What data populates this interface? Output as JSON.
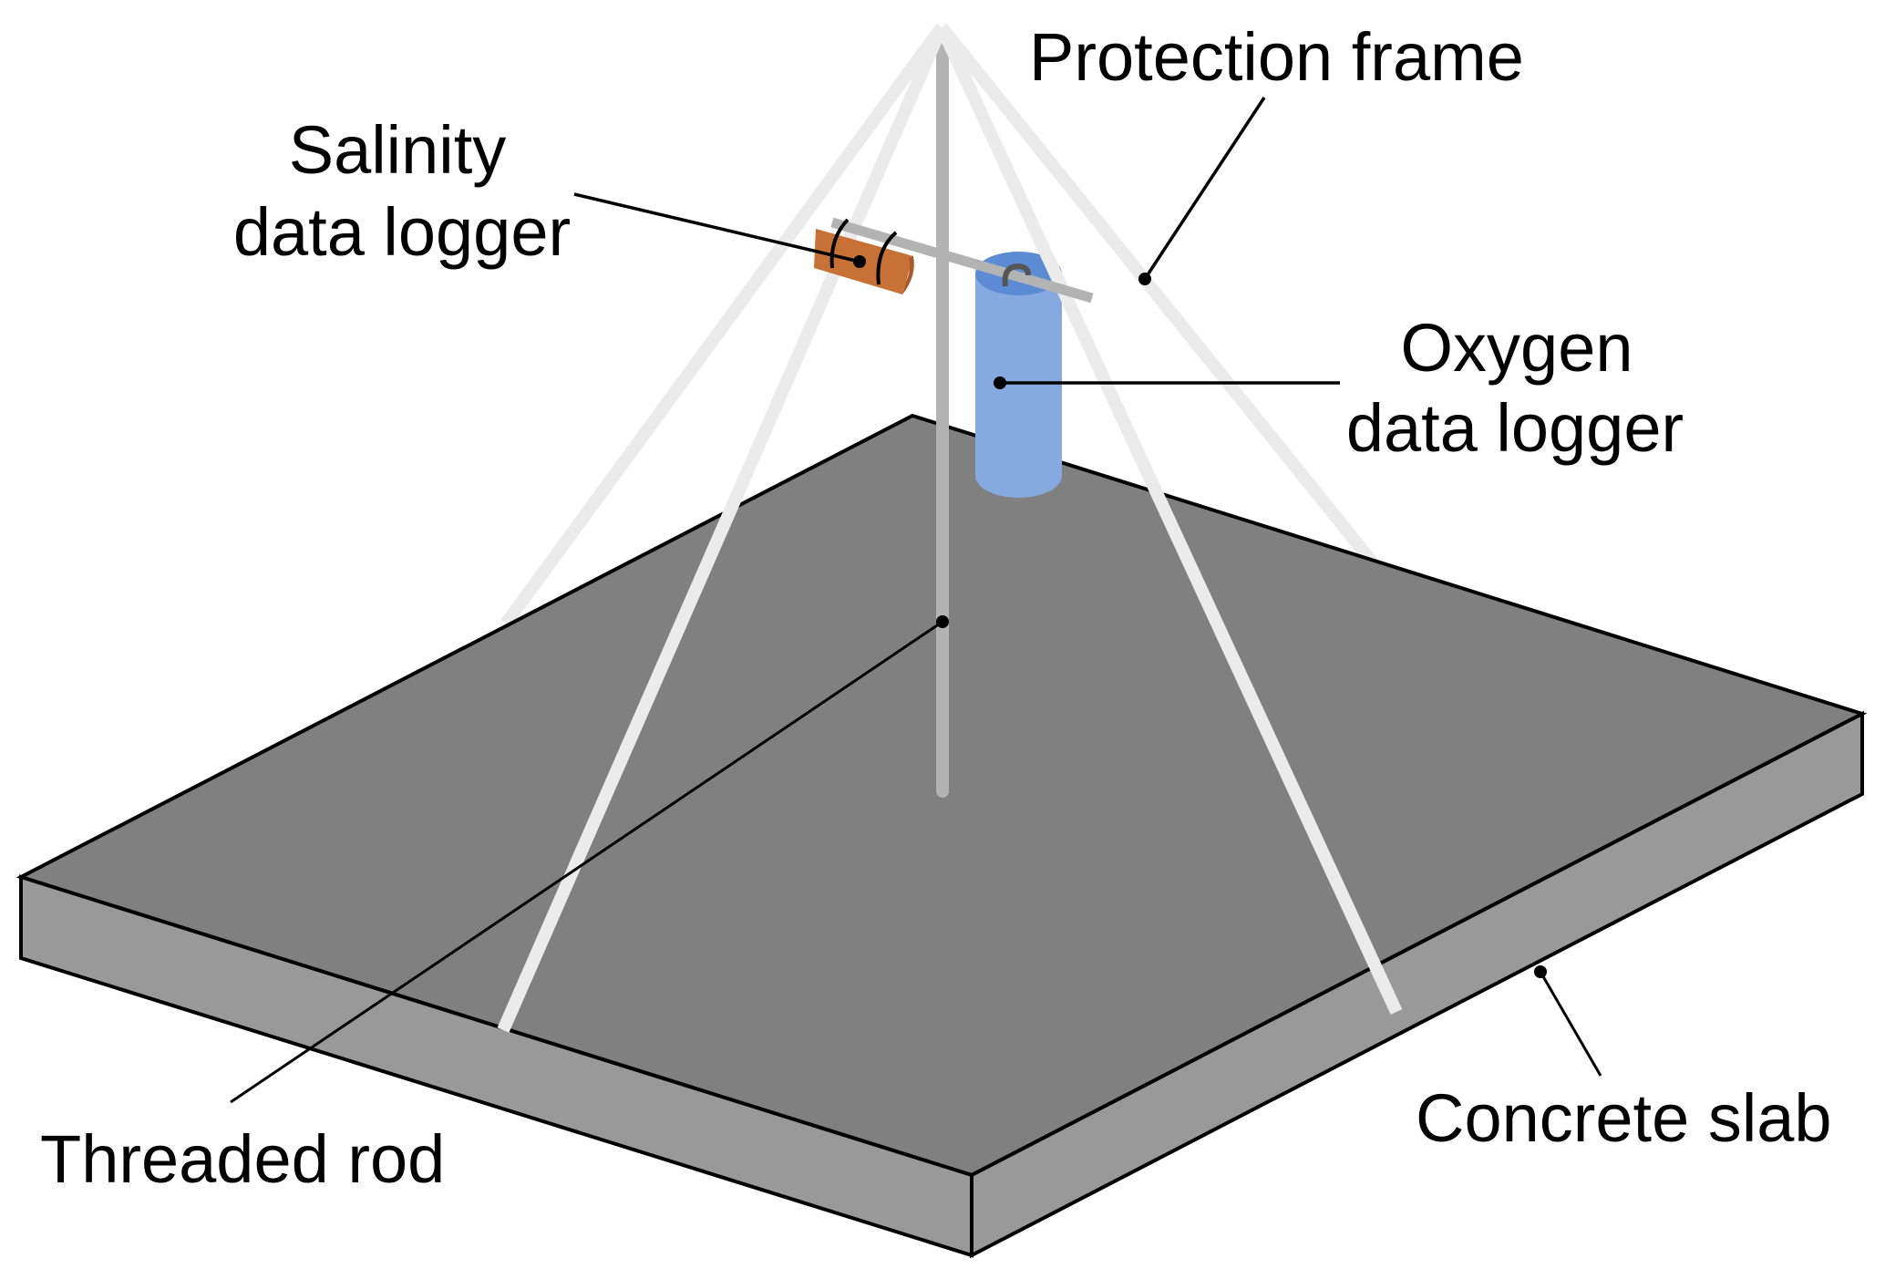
{
  "labels": {
    "protection_frame": "Protection frame",
    "salinity_logger": [
      "Salinity",
      "data logger"
    ],
    "oxygen_logger": [
      "Oxygen",
      "data logger"
    ],
    "threaded_rod": "Threaded rod",
    "concrete_slab": "Concrete slab"
  },
  "colors": {
    "slab_top": "#808080",
    "slab_side": "#999999",
    "frame": "#ebebeb",
    "rod": "#b3b3b3",
    "oxygen_body": "#86a9df",
    "oxygen_top": "#5b8bd3",
    "salinity_body": "#c87137",
    "salinity_end": "#a85a28",
    "hook": "#555555",
    "outline": "#000000"
  }
}
